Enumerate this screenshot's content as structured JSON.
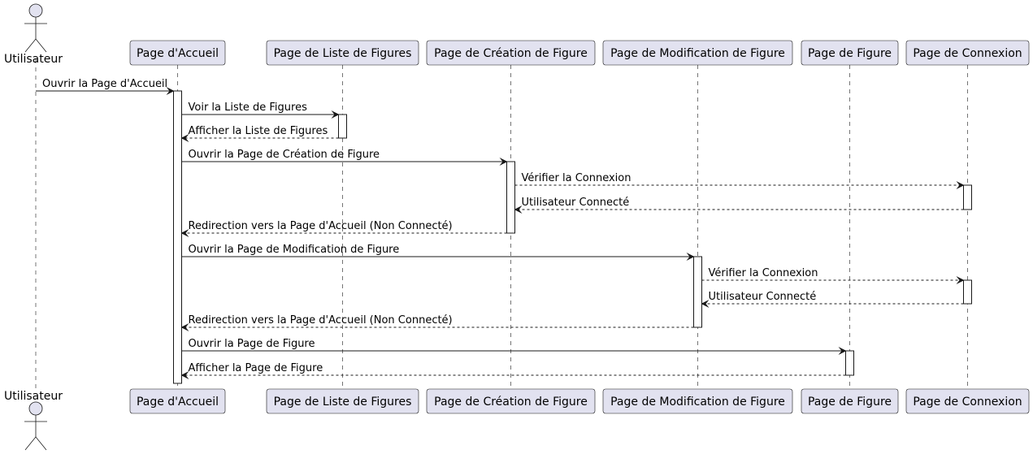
{
  "diagram": {
    "type": "sequence",
    "actor": {
      "name": "Utilisateur"
    },
    "participants": [
      {
        "id": "accueil",
        "label": "Page d'Accueil"
      },
      {
        "id": "liste",
        "label": "Page de Liste de Figures"
      },
      {
        "id": "creation",
        "label": "Page de Création de Figure"
      },
      {
        "id": "modification",
        "label": "Page de Modification de Figure"
      },
      {
        "id": "figure",
        "label": "Page de Figure"
      },
      {
        "id": "connexion",
        "label": "Page de Connexion"
      }
    ],
    "messages": [
      {
        "from": "actor",
        "to": "accueil",
        "label": "Ouvrir la Page d'Accueil",
        "style": "sync"
      },
      {
        "from": "accueil",
        "to": "liste",
        "label": "Voir la Liste de Figures",
        "style": "sync"
      },
      {
        "from": "liste",
        "to": "accueil",
        "label": "Afficher la Liste de Figures",
        "style": "return"
      },
      {
        "from": "accueil",
        "to": "creation",
        "label": "Ouvrir la Page de Création de Figure",
        "style": "sync"
      },
      {
        "from": "creation",
        "to": "connexion",
        "label": "Vérifier la Connexion",
        "style": "return"
      },
      {
        "from": "connexion",
        "to": "creation",
        "label": "Utilisateur Connecté",
        "style": "return"
      },
      {
        "from": "creation",
        "to": "accueil",
        "label": "Redirection vers la Page d'Accueil (Non Connecté)",
        "style": "return"
      },
      {
        "from": "accueil",
        "to": "modification",
        "label": "Ouvrir la Page de Modification de Figure",
        "style": "sync"
      },
      {
        "from": "modification",
        "to": "connexion",
        "label": "Vérifier la Connexion",
        "style": "return"
      },
      {
        "from": "connexion",
        "to": "modification",
        "label": "Utilisateur Connecté",
        "style": "return"
      },
      {
        "from": "modification",
        "to": "accueil",
        "label": "Redirection vers la Page d'Accueil (Non Connecté)",
        "style": "return"
      },
      {
        "from": "accueil",
        "to": "figure",
        "label": "Ouvrir la Page de Figure",
        "style": "sync"
      },
      {
        "from": "figure",
        "to": "accueil",
        "label": "Afficher la Page de Figure",
        "style": "return"
      }
    ],
    "colors": {
      "participant_fill": "#e2e2f0",
      "participant_border": "#181818",
      "lifeline": "#181818",
      "activation_fill": "#ffffff",
      "arrow": "#181818"
    }
  }
}
